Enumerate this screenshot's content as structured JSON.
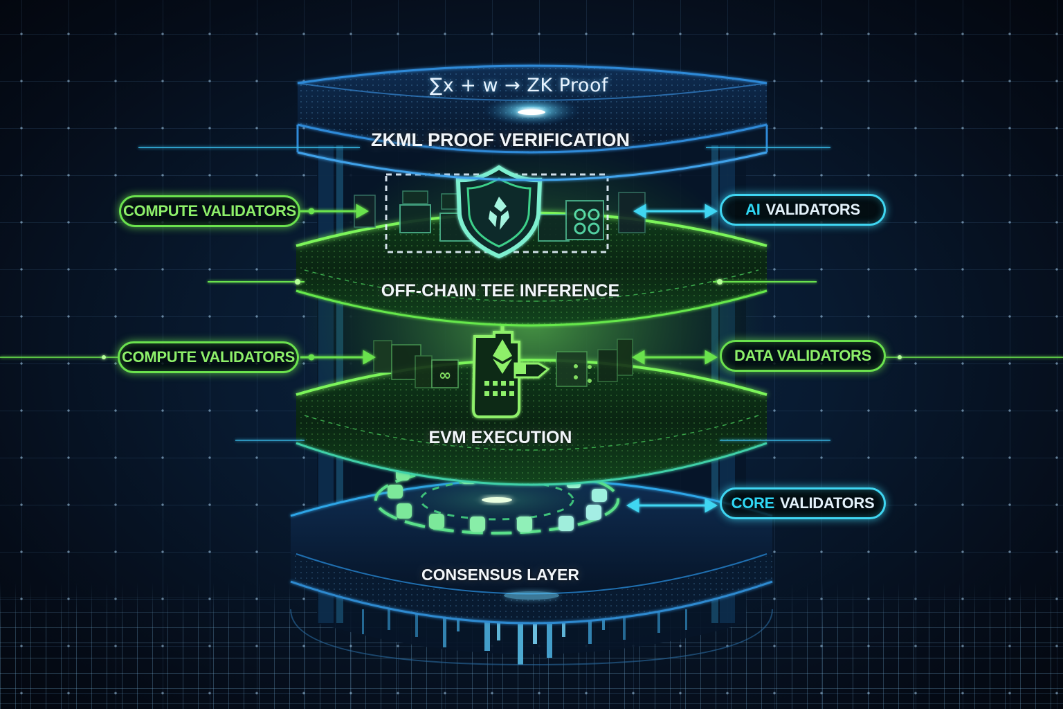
{
  "diagram": {
    "title_formula": "∑x + w → ZK Proof",
    "colors": {
      "background": "#07152a",
      "grid_line": "#5a8cbe",
      "green_accent": "#6be24e",
      "green_text": "#8ef06a",
      "cyan_accent": "#3fd6f2",
      "cyan_text": "#2fd8f5",
      "label_white": "#f2f6fa"
    },
    "layers": [
      {
        "id": "zkml",
        "label": "ZKML PROOF VERIFICATION",
        "icon": "shield-icon",
        "color": "#3fa9e8"
      },
      {
        "id": "tee",
        "label": "OFF-CHAIN TEE INFERENCE",
        "icon": "ethereum-chip-icon",
        "color": "#6be24e"
      },
      {
        "id": "evm",
        "label": "EVM EXECUTION",
        "icon": "consensus-ring-icon",
        "color": "#4bd6a0"
      },
      {
        "id": "consensus",
        "label": "CONSENSUS LAYER",
        "icon": "data-bars-icon",
        "color": "#2a8fd6"
      }
    ],
    "validators": [
      {
        "side": "left",
        "accent": "",
        "label": "COMPUTE VALIDATORS",
        "style": "green",
        "connects_to": "ZKML PROOF VERIFICATION"
      },
      {
        "side": "right",
        "accent": "AI",
        "label": "VALIDATORS",
        "style": "cyan",
        "connects_to": "ZKML PROOF VERIFICATION"
      },
      {
        "side": "left",
        "accent": "",
        "label": "COMPUTE VALIDATORS",
        "style": "green",
        "connects_to": "OFF-CHAIN TEE INFERENCE"
      },
      {
        "side": "right",
        "accent": "",
        "label": "DATA VALIDATORS",
        "style": "green",
        "connects_to": "OFF-CHAIN TEE INFERENCE"
      },
      {
        "side": "right",
        "accent": "CORE",
        "label": "VALIDATORS",
        "style": "cyan",
        "connects_to": "EVM EXECUTION"
      }
    ]
  }
}
